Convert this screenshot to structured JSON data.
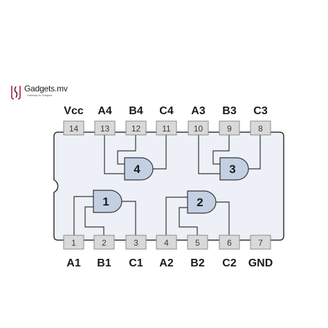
{
  "logo": {
    "name": "Gadgets.mv",
    "tagline": "Gateway to Gadgets"
  },
  "colors": {
    "body_fill": "#edf0f7",
    "gate_fill": "#c3d0e3",
    "pin_fill": "#d9d9d9",
    "line": "#333333",
    "logo_red": "#c8102e"
  },
  "top_pins": [
    {
      "number": "14",
      "label": "Vcc"
    },
    {
      "number": "13",
      "label": "A4"
    },
    {
      "number": "12",
      "label": "B4"
    },
    {
      "number": "11",
      "label": "C4"
    },
    {
      "number": "10",
      "label": "A3"
    },
    {
      "number": "9",
      "label": "B3"
    },
    {
      "number": "8",
      "label": "C3"
    }
  ],
  "bottom_pins": [
    {
      "number": "1",
      "label": "A1"
    },
    {
      "number": "2",
      "label": "B1"
    },
    {
      "number": "3",
      "label": "C1"
    },
    {
      "number": "4",
      "label": "A2"
    },
    {
      "number": "5",
      "label": "B2"
    },
    {
      "number": "6",
      "label": "C2"
    },
    {
      "number": "7",
      "label": "GND"
    }
  ],
  "gates": [
    {
      "id": "1",
      "label": "1"
    },
    {
      "id": "2",
      "label": "2"
    },
    {
      "id": "3",
      "label": "3"
    },
    {
      "id": "4",
      "label": "4"
    }
  ]
}
